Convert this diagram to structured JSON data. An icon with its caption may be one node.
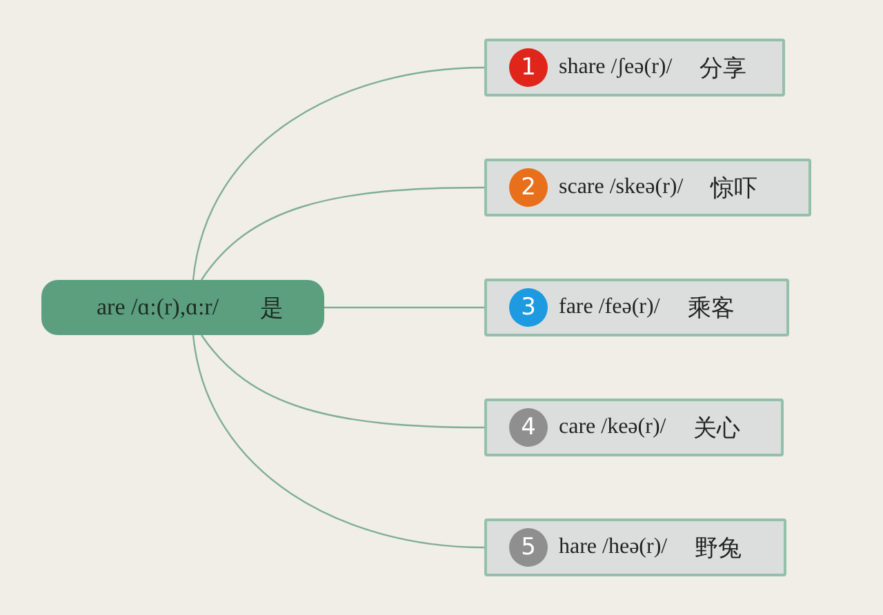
{
  "diagram": {
    "nodes": [
      {
        "text": [
          "are /ɑ:(r),ɑ:r/",
          "是"
        ]
      },
      {
        "text": [
          "1",
          "share /ʃeə(r)/",
          "分享"
        ]
      },
      {
        "text": [
          "2",
          "scare /skeə(r)/",
          "惊吓"
        ]
      },
      {
        "text": [
          "3",
          "fare /feə(r)/",
          "乘客"
        ]
      },
      {
        "text": [
          "4",
          "care /keə(r)/",
          "关心"
        ]
      },
      {
        "text": [
          "5",
          "hare /heə(r)/",
          "野兔"
        ]
      }
    ],
    "edges": [
      {
        "from": 0,
        "to": 1,
        "arrow": "none"
      },
      {
        "from": 0,
        "to": 2,
        "arrow": "none"
      },
      {
        "from": 0,
        "to": 3,
        "arrow": "none"
      },
      {
        "from": 0,
        "to": 4,
        "arrow": "none"
      },
      {
        "from": 0,
        "to": 5,
        "arrow": "none"
      }
    ]
  }
}
